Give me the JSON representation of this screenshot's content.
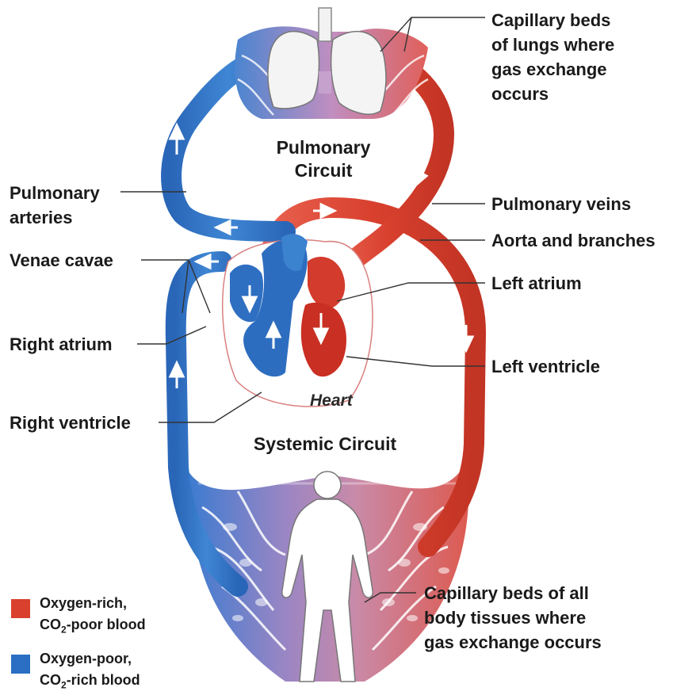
{
  "labels": {
    "lung_capillary": [
      "Capillary beds",
      "of lungs where",
      "gas exchange",
      "occurs"
    ],
    "pulmonary_circuit": [
      "Pulmonary",
      "Circuit"
    ],
    "pulmonary_arteries": [
      "Pulmonary",
      "arteries"
    ],
    "pulmonary_veins": "Pulmonary veins",
    "aorta": "Aorta and branches",
    "venae_cavae": "Venae cavae",
    "left_atrium": "Left atrium",
    "right_atrium": "Right atrium",
    "left_ventricle": "Left ventricle",
    "right_ventricle": "Right ventricle",
    "heart": "Heart",
    "systemic_circuit": "Systemic Circuit",
    "body_capillary": [
      "Capillary beds of all",
      "body tissues where",
      "gas exchange occurs"
    ]
  },
  "legend": {
    "oxygen_rich": {
      "line1": "Oxygen-rich,",
      "line2_pre": "CO",
      "line2_sub": "2",
      "line2_post": "-poor blood",
      "color": "#d9402e"
    },
    "oxygen_poor": {
      "line1": "Oxygen-poor,",
      "line2_pre": "CO",
      "line2_sub": "2",
      "line2_post": "-rich blood",
      "color": "#2a6fc4"
    }
  },
  "colors": {
    "arterial": "#dc4a3a",
    "venous": "#3579c8",
    "capillary_mix": "#b07ab0"
  }
}
